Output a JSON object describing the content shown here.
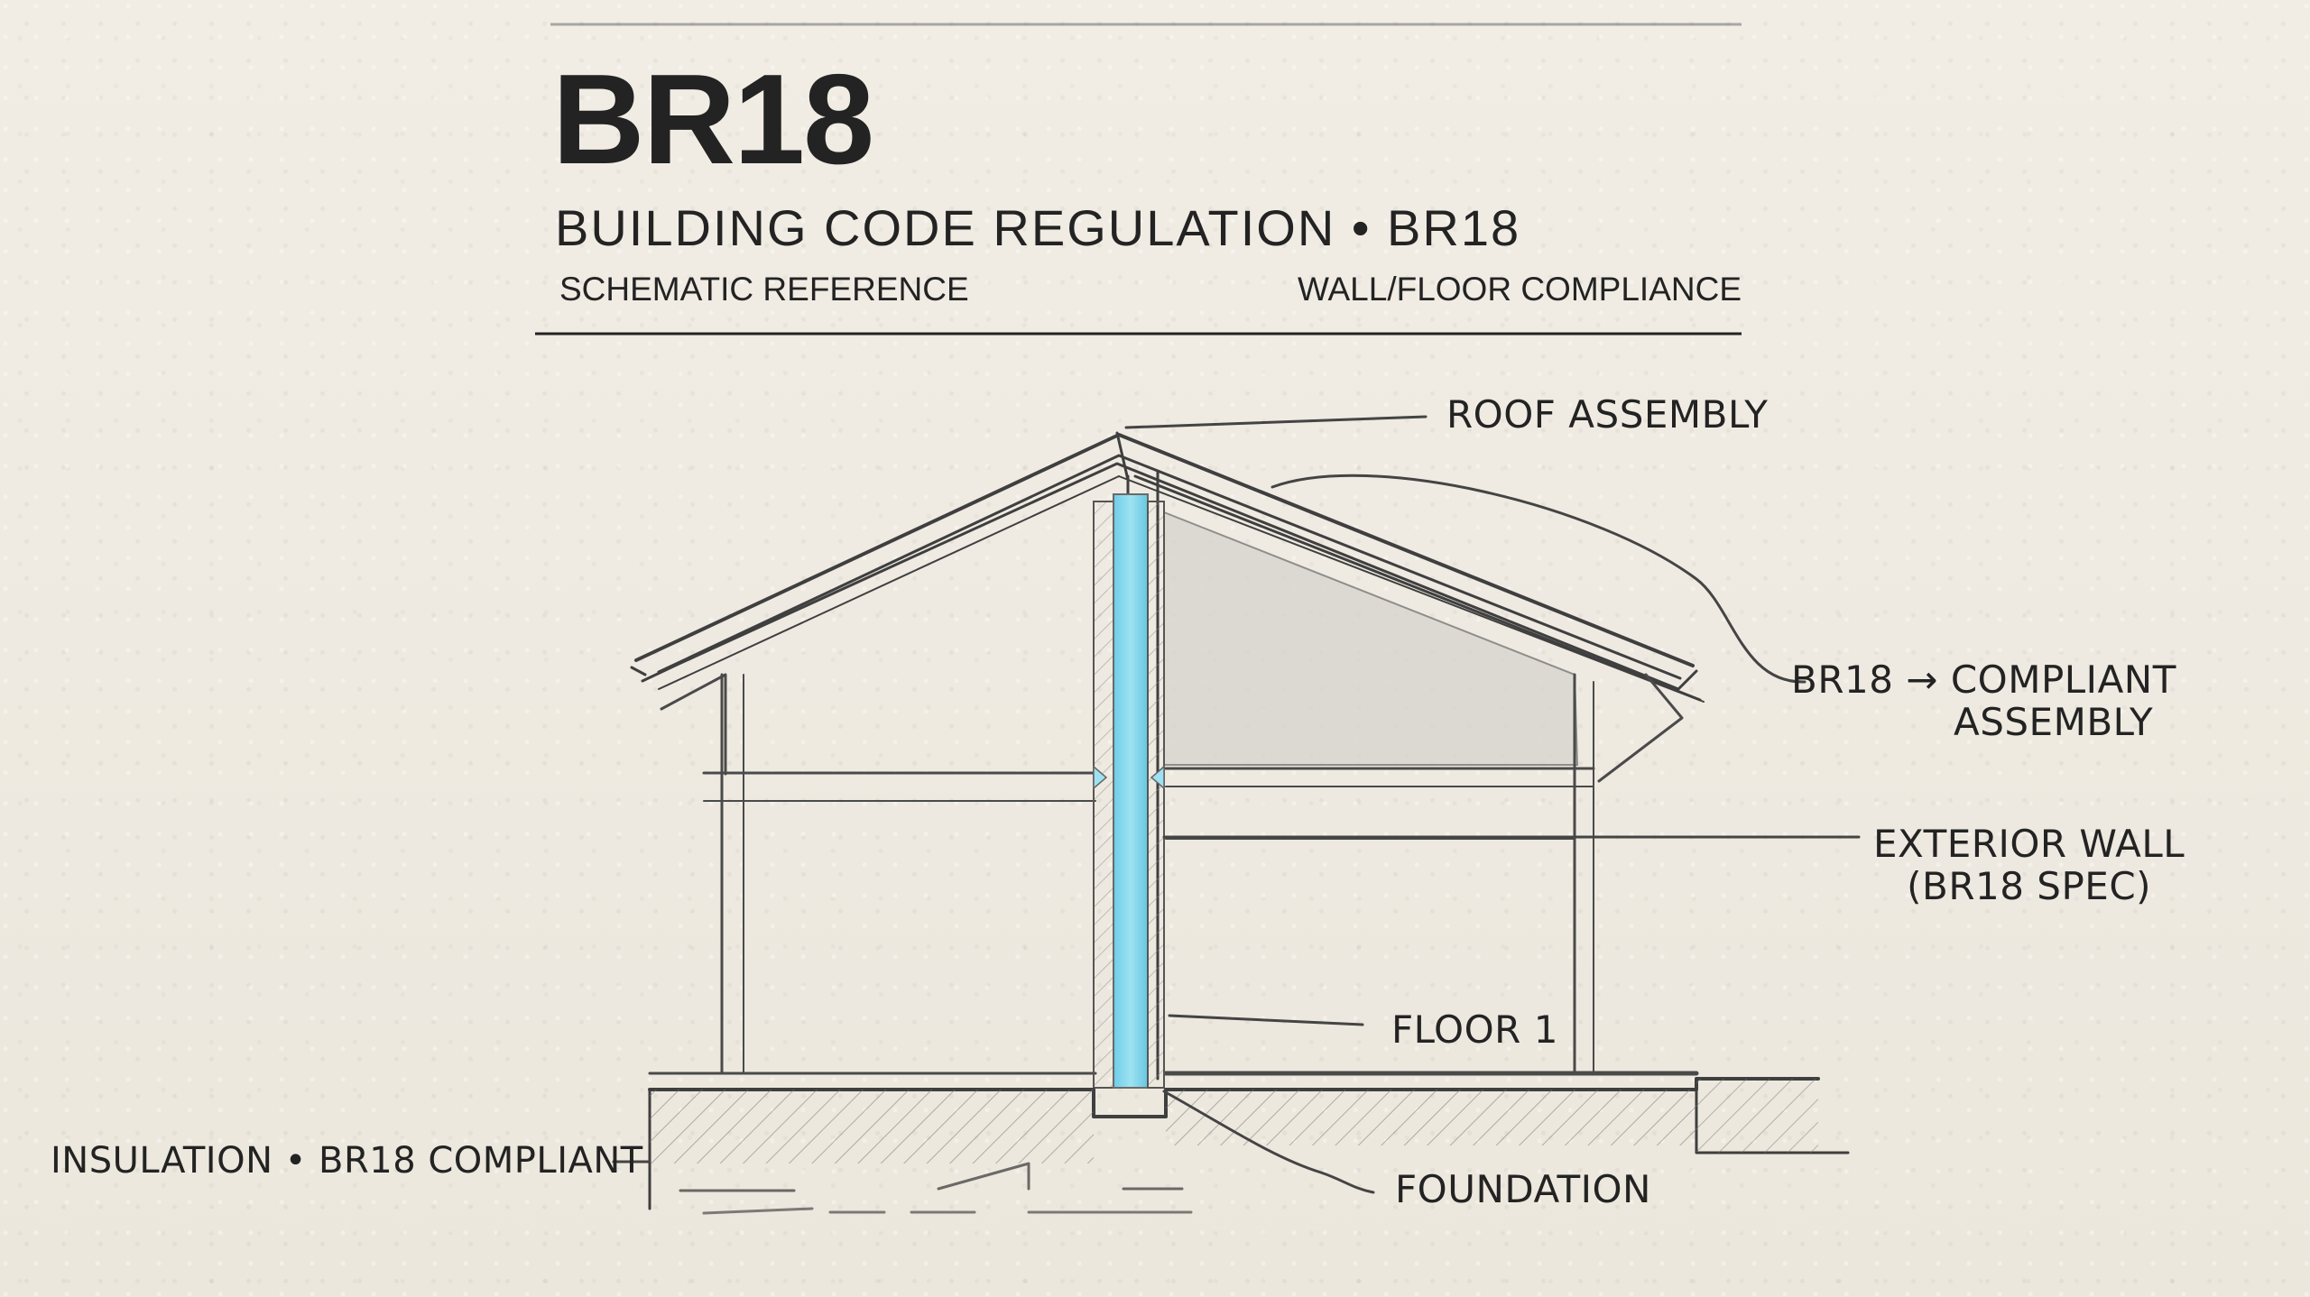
{
  "header": {
    "brand_title": "BR18",
    "main_title": "BUILDING CODE REGULATION • BR18",
    "subtitle_left": "SCHEMATIC REFERENCE",
    "subtitle_right": "WALL/FLOOR COMPLIANCE"
  },
  "labels": {
    "roof_assembly": "ROOF ASSEMBLY",
    "br18_line1": "BR18 → COMPLIANT",
    "br18_line2": "ASSEMBLY",
    "exterior_wall_line1": "EXTERIOR WALL",
    "exterior_wall_line2": "(BR18 SPEC)",
    "floor_1": "FLOOR 1",
    "foundation": "FOUNDATION",
    "insulation": "INSULATION • BR18 COMPLIANT"
  },
  "colors": {
    "ink": "#3b3b3b",
    "insulation": "#8fd7eb",
    "shade": "#d9d6d1"
  }
}
